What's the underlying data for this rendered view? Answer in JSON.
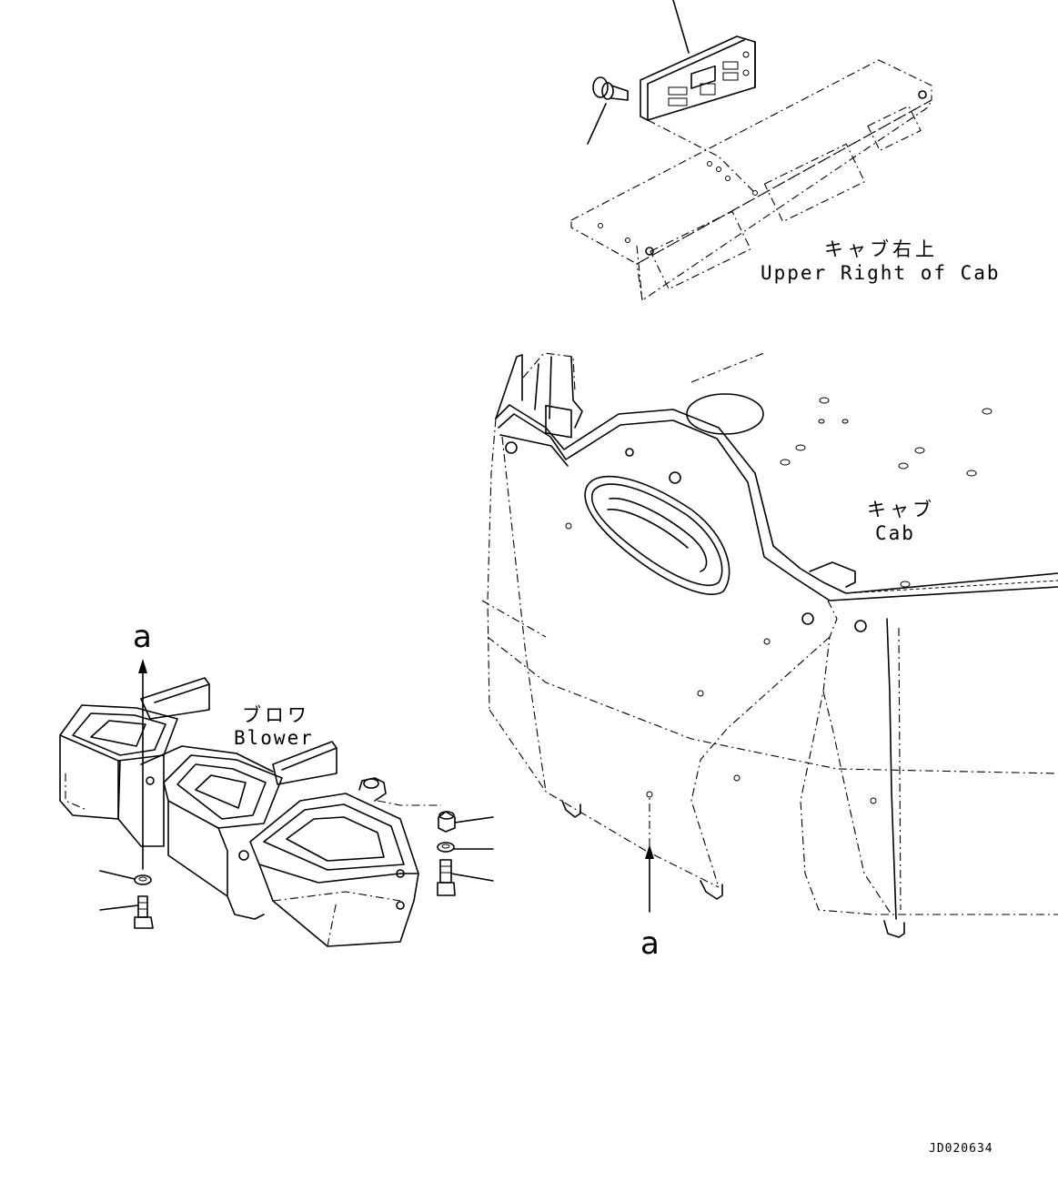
{
  "labels": {
    "upper_right_jp": "キャブ右上",
    "upper_right_en": "Upper Right of Cab",
    "cab_jp": "キャブ",
    "cab_en": "Cab",
    "blower_jp": "ブロワ",
    "blower_en": "Blower",
    "marker_top": "a",
    "marker_bottom": "a",
    "drawing_code": "JD020634"
  },
  "colors": {
    "line": "#000000",
    "background": "#ffffff"
  }
}
